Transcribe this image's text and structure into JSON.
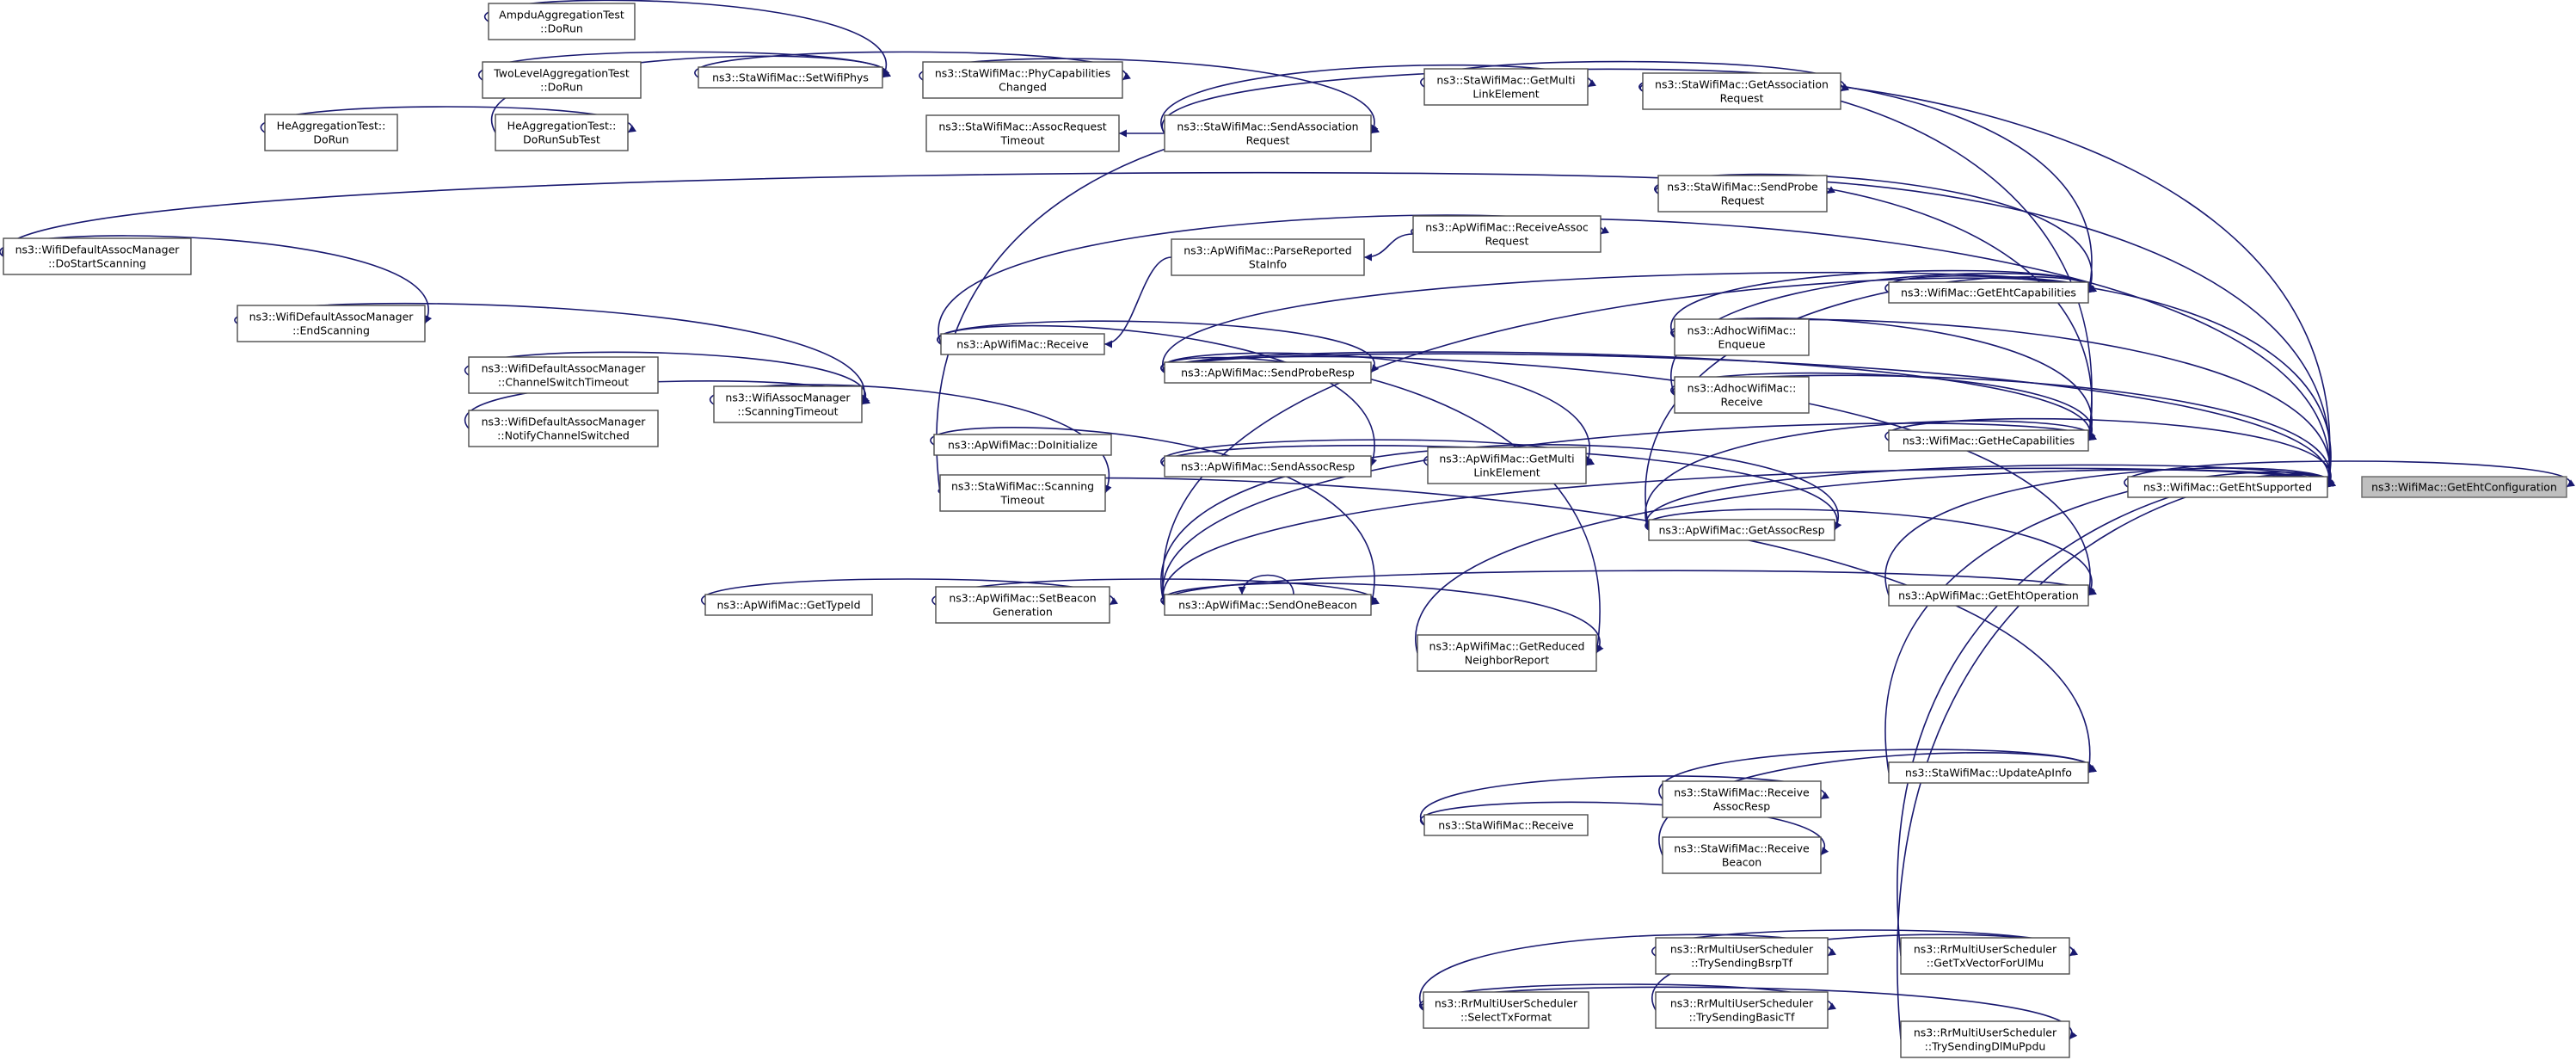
{
  "colors": {
    "edge": "#191970",
    "node_border": "#4d4d4d",
    "node_fill": "#ffffff",
    "target_fill": "#bfbfbf"
  },
  "nodes": {
    "n_target": [
      "ns3::WifiMac::GetEhtConfiguration"
    ],
    "n_geteht": [
      "ns3::WifiMac::GetEhtSupported"
    ],
    "n_ehtcap": [
      "ns3::WifiMac::GetEhtCapabilities"
    ],
    "n_hecap": [
      "ns3::WifiMac::GetHeCapabilities"
    ],
    "n_ehtop": [
      "ns3::ApWifiMac::GetEhtOperation"
    ],
    "n_updateap": [
      "ns3::StaWifiMac::UpdateApInfo"
    ],
    "n_gettxvec": [
      "ns3::RrMultiUserScheduler",
      "::GetTxVectorForUlMu"
    ],
    "n_trydl": [
      "ns3::RrMultiUserScheduler",
      "::TrySendingDlMuPpdu"
    ],
    "n_assocreq": [
      "ns3::StaWifiMac::GetAssociation",
      "Request"
    ],
    "n_sendprobe": [
      "ns3::StaWifiMac::SendProbe",
      "Request"
    ],
    "n_adhocenq": [
      "ns3::AdhocWifiMac::",
      "Enqueue"
    ],
    "n_adhocrecv": [
      "ns3::AdhocWifiMac::",
      "Receive"
    ],
    "n_getassocresp": [
      "ns3::ApWifiMac::GetAssocResp"
    ],
    "n_rcvassocresp": [
      "ns3::StaWifiMac::Receive",
      "AssocResp"
    ],
    "n_rcvbeacon": [
      "ns3::StaWifiMac::Receive",
      "Beacon"
    ],
    "n_bsrp": [
      "ns3::RrMultiUserScheduler",
      "::TrySendingBsrpTf"
    ],
    "n_basic": [
      "ns3::RrMultiUserScheduler",
      "::TrySendingBasicTf"
    ],
    "n_stamultilink": [
      "ns3::StaWifiMac::GetMulti",
      "LinkElement"
    ],
    "n_rcvassocreq": [
      "ns3::ApWifiMac::ReceiveAssoc",
      "Request"
    ],
    "n_apmultilink": [
      "ns3::ApWifiMac::GetMulti",
      "LinkElement"
    ],
    "n_rnr": [
      "ns3::ApWifiMac::GetReduced",
      "NeighborReport"
    ],
    "n_stasrecv": [
      "ns3::StaWifiMac::Receive"
    ],
    "n_selecttx": [
      "ns3::RrMultiUserScheduler",
      "::SelectTxFormat"
    ],
    "n_sendassocreq": [
      "ns3::StaWifiMac::SendAssociation",
      "Request"
    ],
    "n_assoctimeout": [
      "ns3::StaWifiMac::AssocRequest",
      "Timeout"
    ],
    "n_parsesta": [
      "ns3::ApWifiMac::ParseReported",
      "StaInfo"
    ],
    "n_sendproberesp": [
      "ns3::ApWifiMac::SendProbeResp"
    ],
    "n_sendassocresp": [
      "ns3::ApWifiMac::SendAssocResp"
    ],
    "n_sendbeacon": [
      "ns3::ApWifiMac::SendOneBeacon"
    ],
    "n_phycap": [
      "ns3::StaWifiMac::PhyCapabilities",
      "Changed"
    ],
    "n_aprecv": [
      "ns3::ApWifiMac::Receive"
    ],
    "n_doinit": [
      "ns3::ApWifiMac::DoInitialize"
    ],
    "n_scantimeout": [
      "ns3::StaWifiMac::Scanning",
      "Timeout"
    ],
    "n_setbeacon": [
      "ns3::ApWifiMac::SetBeacon",
      "Generation"
    ],
    "n_setphys": [
      "ns3::StaWifiMac::SetWifiPhys"
    ],
    "n_mgrscan": [
      "ns3::WifiAssocManager",
      "::ScanningTimeout"
    ],
    "n_gettypeid": [
      "ns3::ApWifiMac::GetTypeId"
    ],
    "n_ampdu": [
      "AmpduAggregationTest",
      "::DoRun"
    ],
    "n_twolevel": [
      "TwoLevelAggregationTest",
      "::DoRun"
    ],
    "n_hesub": [
      "HeAggregationTest::",
      "DoRunSubTest"
    ],
    "n_chswitch": [
      "ns3::WifiDefaultAssocManager",
      "::ChannelSwitchTimeout"
    ],
    "n_notifych": [
      "ns3::WifiDefaultAssocManager",
      "::NotifyChannelSwitched"
    ],
    "n_hedorun": [
      "HeAggregationTest::",
      "DoRun"
    ],
    "n_endscan": [
      "ns3::WifiDefaultAssocManager",
      "::EndScanning"
    ],
    "n_startscan": [
      "ns3::WifiDefaultAssocManager",
      "::DoStartScanning"
    ]
  }
}
